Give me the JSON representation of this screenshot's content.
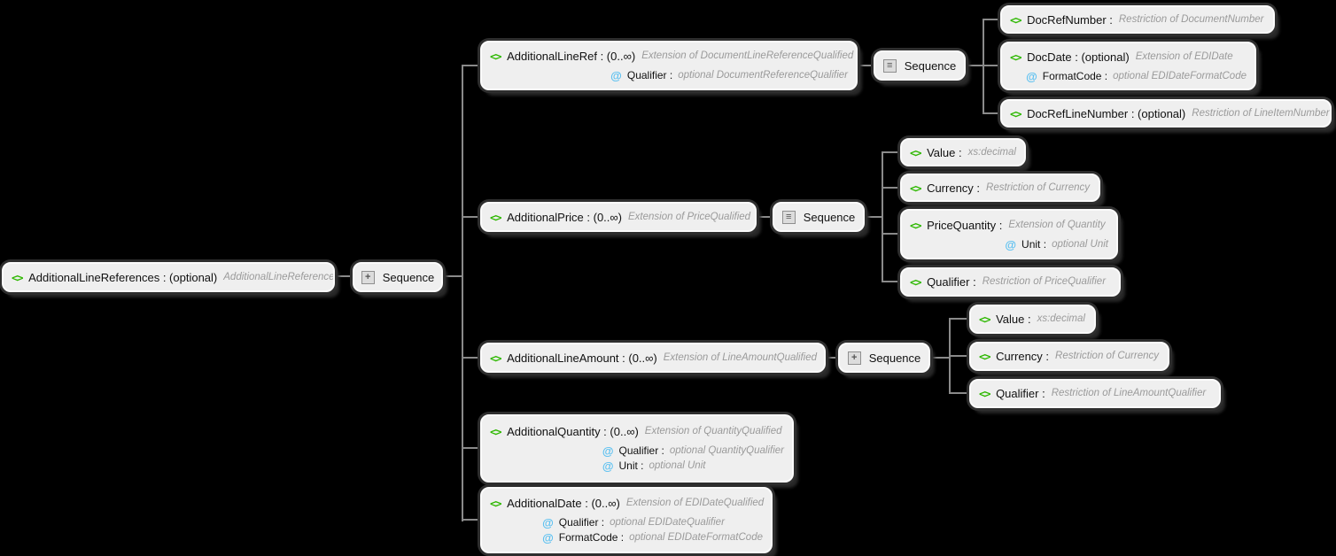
{
  "colors": {
    "background": "#000000",
    "box_fill": "#efefef",
    "box_border": "#fbfbfb",
    "connector": "#8a8a8a",
    "element_icon_green": "#2eb800",
    "attribute_icon_blue": "#5bc0f0",
    "name_text": "#111111",
    "type_text": "#9a9a9a"
  },
  "icons": {
    "element_icon": "<>",
    "attribute_icon": "@",
    "sequence_icon_lines": "≡",
    "sequence_icon_plus": "+"
  },
  "labels": {
    "sequence": "Sequence"
  },
  "nodes": {
    "root": {
      "name": "AdditionalLineReferences : (optional)",
      "type": "AdditionalLineReferences"
    },
    "additionalLineRef": {
      "name": "AdditionalLineRef : (0..∞)",
      "type": "Extension of DocumentLineReferenceQualified",
      "attrs": [
        {
          "name": "Qualifier :",
          "type": "optional DocumentReferenceQualifier"
        }
      ]
    },
    "docRefNumber": {
      "name": "DocRefNumber :",
      "type": "Restriction of DocumentNumber"
    },
    "docDate": {
      "name": "DocDate : (optional)",
      "type": "Extension of EDIDate",
      "attrs": [
        {
          "name": "FormatCode :",
          "type": "optional EDIDateFormatCode"
        }
      ]
    },
    "docRefLineNumber": {
      "name": "DocRefLineNumber : (optional)",
      "type": "Restriction of LineItemNumber"
    },
    "additionalPrice": {
      "name": "AdditionalPrice : (0..∞)",
      "type": "Extension of PriceQualified"
    },
    "priceValue": {
      "name": "Value :",
      "type": "xs:decimal"
    },
    "priceCurrency": {
      "name": "Currency :",
      "type": "Restriction of Currency"
    },
    "priceQuantity": {
      "name": "PriceQuantity :",
      "type": "Extension of Quantity",
      "attrs": [
        {
          "name": "Unit :",
          "type": "optional Unit"
        }
      ]
    },
    "priceQualifier": {
      "name": "Qualifier :",
      "type": "Restriction of PriceQualifier"
    },
    "additionalLineAmount": {
      "name": "AdditionalLineAmount : (0..∞)",
      "type": "Extension of LineAmountQualified"
    },
    "amountValue": {
      "name": "Value :",
      "type": "xs:decimal"
    },
    "amountCurrency": {
      "name": "Currency :",
      "type": "Restriction of Currency"
    },
    "amountQualifier": {
      "name": "Qualifier :",
      "type": "Restriction of LineAmountQualifier"
    },
    "additionalQuantity": {
      "name": "AdditionalQuantity : (0..∞)",
      "type": "Extension of QuantityQualified",
      "attrs": [
        {
          "name": "Qualifier :",
          "type": "optional QuantityQualifier"
        },
        {
          "name": "Unit :",
          "type": "optional Unit"
        }
      ]
    },
    "additionalDate": {
      "name": "AdditionalDate : (0..∞)",
      "type": "Extension of EDIDateQualified",
      "attrs": [
        {
          "name": "Qualifier :",
          "type": "optional EDIDateQualifier"
        },
        {
          "name": "FormatCode :",
          "type": "optional EDIDateFormatCode"
        }
      ]
    }
  }
}
